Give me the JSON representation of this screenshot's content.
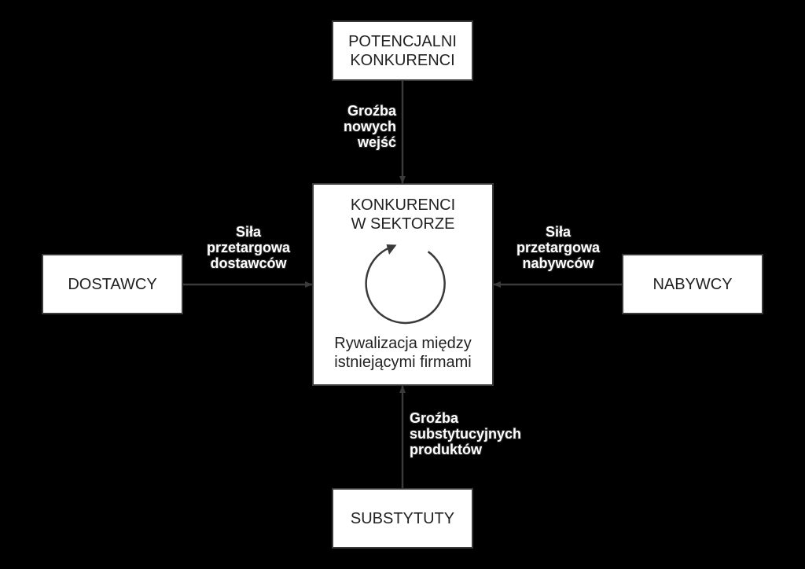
{
  "nodes": {
    "entrants": {
      "line1": "POTENCJALNI",
      "line2": "KONKURENCI"
    },
    "industry": {
      "line1": "KONKURENCI",
      "line2": "W SEKTORZE",
      "caption1": "Rywalizacja między",
      "caption2": "istniejącymi firmami"
    },
    "suppliers": {
      "label": "DOSTAWCY"
    },
    "buyers": {
      "label": "NABYWCY"
    },
    "substitutes": {
      "label": "SUBSTYTUTY"
    }
  },
  "edges": {
    "entrants_to_industry": [
      "Groźba",
      "nowych",
      "wejść"
    ],
    "suppliers_to_industry": [
      "Siła",
      "przetargowa",
      "dostawców"
    ],
    "buyers_to_industry": [
      "Siła",
      "przetargowa",
      "nabywców"
    ],
    "substitutes_to_industry": [
      "Groźba",
      "substytucyjnych",
      "produktów"
    ]
  },
  "colors": {
    "background": "#000000",
    "box_fill": "#ffffff",
    "line": "#3a3a3a",
    "text": "#222222"
  }
}
